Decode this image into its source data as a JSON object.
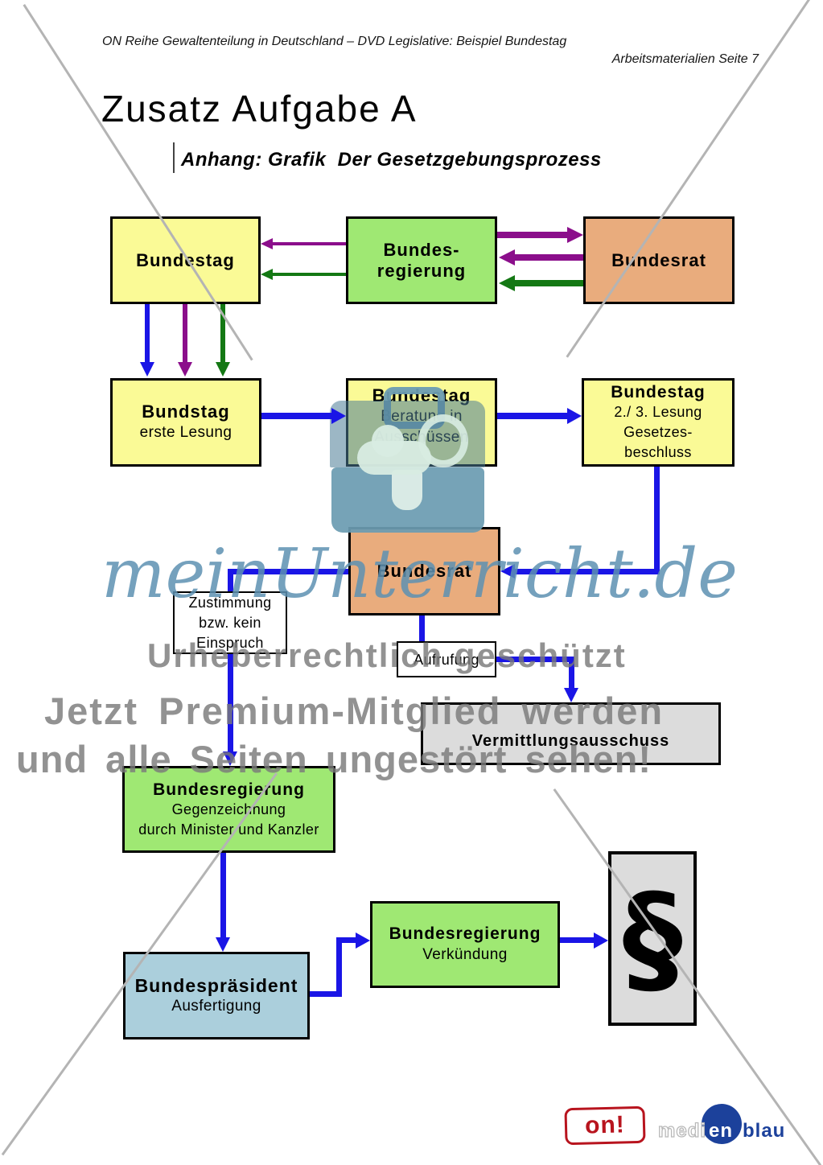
{
  "header": {
    "series": "ON Reihe Gewaltenteilung in Deutschland – DVD Legislative: Beispiel Bundestag",
    "page_label": "Arbeitsmaterialien Seite 7"
  },
  "title": "Zusatz Aufgabe A",
  "subtitle": "Anhang: Grafik  Der Gesetzgebungsprozess",
  "boxes": {
    "bundestag_top": {
      "title": "Bundestag"
    },
    "bundesregierung_top": {
      "line1": "Bundes-",
      "line2": "regierung"
    },
    "bundesrat_top": {
      "title": "Bundesrat"
    },
    "bundstag_erste": {
      "title": "Bundstag",
      "subtitle": "erste Lesung"
    },
    "bundestag_beratung": {
      "title": "Bundestag",
      "line1": "Beratung in",
      "line2": "Ausschüssen"
    },
    "bundestag_lesung": {
      "title": "Bundestag",
      "line1": "2./ 3. Lesung",
      "line2": "Gesetzes-",
      "line3": "beschluss"
    },
    "bundesrat_mid": {
      "title": "Bundesrat"
    },
    "zustimmung": {
      "line1": "Zustimmung",
      "line2": "bzw. kein",
      "line3": "Einspruch"
    },
    "aufrufung": {
      "title": "Aufrufung"
    },
    "vermittlungsausschuss": {
      "title": "Vermittlungsausschuss"
    },
    "bundesregierung_gegen": {
      "title": "Bundesregierung",
      "line1": "Gegenzeichnung",
      "line2": "durch Minister und Kanzler"
    },
    "bundespraesident": {
      "title": "Bundespräsident",
      "subtitle": "Ausfertigung"
    },
    "bundesregierung_verk": {
      "title": "Bundesregierung",
      "subtitle": "Verkündung"
    },
    "paragraph": {
      "symbol": "§"
    }
  },
  "watermark": {
    "script": "meinUnterricht.de",
    "line1": "Urheberrechtlich geschützt",
    "line2": "Jetzt Premium-Mitglied werden",
    "line3": "und alle Seiten ungestört sehen!"
  },
  "footer": {
    "on_logo": "on!",
    "medien_part1": "medi",
    "medien_part2": "en",
    "medien_part3": "blau"
  },
  "colors": {
    "arrow_blue": "#1A15E6",
    "arrow_purple": "#8B0E8B",
    "arrow_green": "#147814",
    "box_yellow": "#FAFA96",
    "box_green": "#9FE873",
    "box_salmon": "#E9AC7D",
    "box_lightblue": "#ABCFDC",
    "box_gray": "#DCDCDC",
    "watermark_blue": "#5D91B2",
    "logo_red": "#B8141E",
    "logo_blue": "#1C419B"
  }
}
